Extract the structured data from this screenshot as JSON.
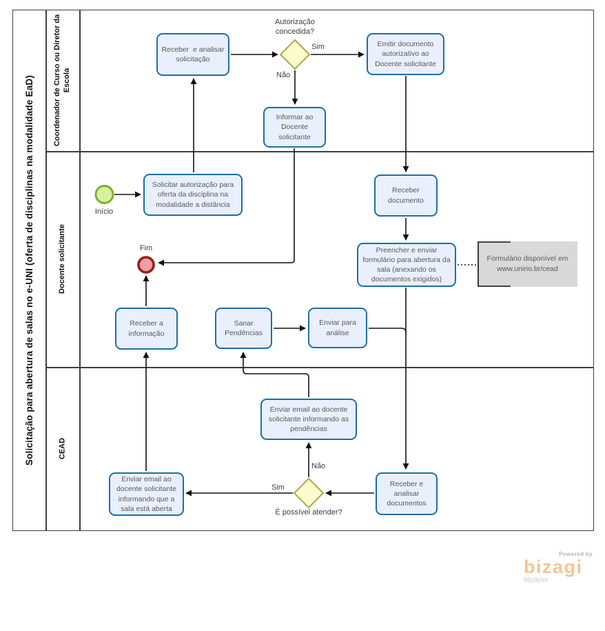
{
  "pool": {
    "title": "Solicitação para abertura de salas no e-UNI (oferta de disciplinas na modalidade EaD)"
  },
  "lanes": [
    {
      "label": "Coordenador de Curso ou Diretor da Escola"
    },
    {
      "label": "Docente  solicitante"
    },
    {
      "label": "CEAD"
    }
  ],
  "events": {
    "start_label": "Início",
    "end_label": "Fim"
  },
  "gateways": {
    "authorization": {
      "question": "Autorização concedida?",
      "yes": "Sim",
      "no": "Não"
    },
    "feasibility": {
      "question": "É possível atender?",
      "yes": "Sim",
      "no": "Não"
    }
  },
  "tasks": {
    "receber_analisar_solicitacao": "Receber  e analisar solicitação",
    "emitir_documento": "Emitir documento autorizativo ao Docente solicitante",
    "informar_docente": "Informar ao Docente solicitante",
    "solicitar_autorizacao": "Solicitar autorização para oferta da disciplina na modalidade a distância",
    "receber_documento": "Receber documento",
    "preencher_enviar_formulario": "Preencher e enviar formulário para abertura da sala (anexando os documentos exigidos)",
    "receber_informacao": "Receber a informação",
    "sanar_pendencias": "Sanar Pendências",
    "enviar_para_analise": "Enviar para análise",
    "enviar_email_pendencias": "Enviar email ao docente solicitante informando as pendências",
    "receber_analisar_documentos": "Receber e analisar documentos",
    "enviar_email_sala_aberta": "Enviar email ao docente solicitante informando que a sala está aberta"
  },
  "annotation": {
    "text": "Formulário disponível em www.unirio.br/cead"
  },
  "branding": {
    "powered_by": "Powered by",
    "logo": "bizagi",
    "product": "Modeler"
  },
  "colors": {
    "task_fill": "#e9effc",
    "task_border": "#1c6ea6",
    "gateway_fill": "#fcfcce",
    "gateway_border": "#a9a94f",
    "start_fill": "#d9f0a2",
    "start_border": "#77b132",
    "end_fill": "#e9a2a2",
    "end_border": "#9b1b1b",
    "annotation_fill": "#d9d9d9",
    "flow_color": "#111111",
    "logo_orange": "#f7c493"
  }
}
